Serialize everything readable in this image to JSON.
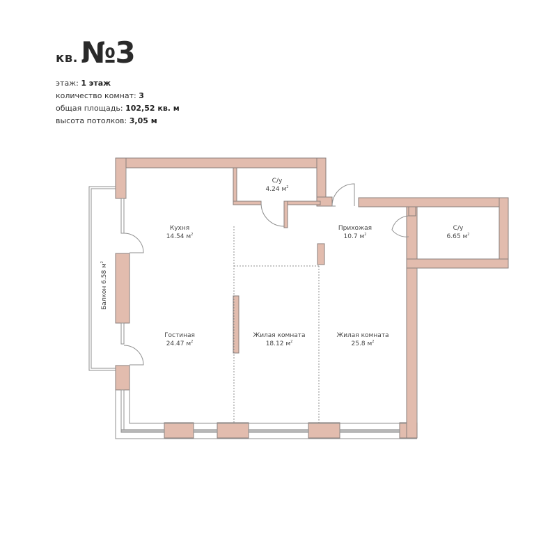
{
  "header": {
    "prefix": "кв.",
    "number": "№3"
  },
  "info": [
    {
      "label": "этаж:",
      "value": "1 этаж"
    },
    {
      "label": "количество комнат:",
      "value": "3"
    },
    {
      "label": "общая площадь:",
      "value": "102,52 кв. м"
    },
    {
      "label": "высота потолков:",
      "value": "3,05 м"
    }
  ],
  "rooms": [
    {
      "name": "Кухня",
      "area": "14.54 м",
      "sup": "2"
    },
    {
      "name": "С/у",
      "area": "4.24 м",
      "sup": "2"
    },
    {
      "name": "Прихожая",
      "area": "10.7 м",
      "sup": "2"
    },
    {
      "name": "С/у",
      "area": "6.65 м",
      "sup": "2"
    },
    {
      "name": "Гостиная",
      "area": "24.47 м",
      "sup": "2"
    },
    {
      "name": "Жилая комната",
      "area": "18.12 м",
      "sup": "2"
    },
    {
      "name": "Жилая комната",
      "area": "25.8 м",
      "sup": "2"
    },
    {
      "name": "Балкон 6.58 м",
      "area": "",
      "sup": "2"
    }
  ],
  "colors": {
    "wall_fill": "#e2bcae",
    "wall_stroke": "#8a7f7c",
    "line": "#8f8f8f"
  }
}
